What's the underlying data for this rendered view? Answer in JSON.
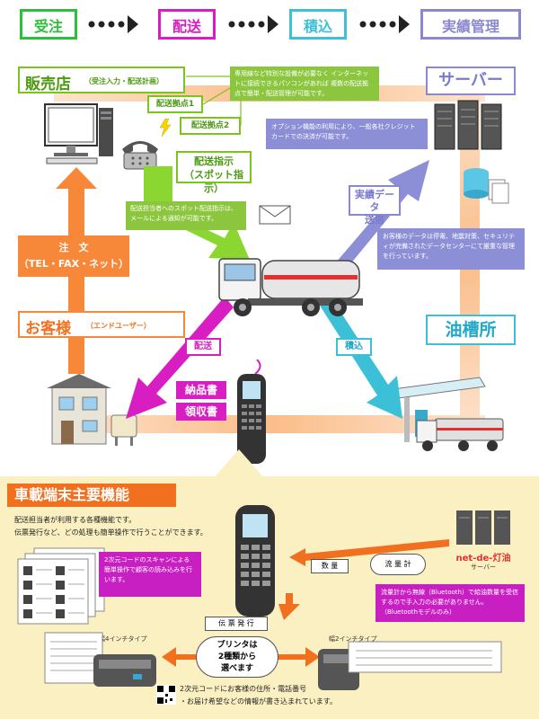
{
  "header": {
    "steps": [
      {
        "label": "受注",
        "color": "#2bbf3a"
      },
      {
        "label": "配送",
        "color": "#d81ec2"
      },
      {
        "label": "積込",
        "color": "#3cc0d8"
      },
      {
        "label": "実績管理",
        "color": "#8a89d0"
      }
    ]
  },
  "shop": {
    "title": "販売店",
    "subtitle": "（受注入力・配送計画）",
    "base1": "配送拠点1",
    "base2": "配送拠点2",
    "note": "専用線など特別な設備が必要なく インターネットに接続できるパソコンがあれば 複数の配送拠点で簡単・配送管理が可能です。"
  },
  "server": {
    "title": "サーバー",
    "note": "オプション機能の利用により、一般各社クレジット カードでの決済が可能です。"
  },
  "dispatch": {
    "title_line1": "配送指示",
    "title_line2": "（スポット指示）",
    "note": "配送担当者へのスポット配送指示は、 メールによる通知が可能です。"
  },
  "results": {
    "label_line1": "実績データ",
    "label_line2": "送信",
    "note": "お客様のデータは停電、地震対策、セキュリティが完備されたデータセンターにて厳重な管理を行っています。"
  },
  "order": {
    "label_line1": "注　文",
    "label_line2": "（TEL・FAX・ネット）"
  },
  "customer": {
    "title": "お客様",
    "subtitle": "（エンドユーザー）"
  },
  "oiltank": {
    "title": "油槽所"
  },
  "flows": {
    "delivery": "配送",
    "loading": "積込",
    "invoice": "納品書",
    "receipt": "領収書"
  },
  "features": {
    "title": "車載端末主要機能",
    "intro_line1": "配送担当者が利用する各種機能です。",
    "intro_line2": "伝票発行など、どの処理も簡単操作で行うことができます。",
    "qr_note": "2次元コードのスキャンによる簡単操作で顧客の読み込みを行います。",
    "server_name": "net-de-灯油",
    "server_label": "サーバー",
    "quantity": "数 量",
    "flowmeter": "流 量 計",
    "bluetooth_note": "流量計から無線（Bluetooth）で給油数量を受信するので手入力の必要がありません。（Bluetoothモデルのみ）",
    "slip_issue": "伝 票 発 行",
    "printer_4": "幅4インチタイプ",
    "printer_2": "幅2インチタイプ",
    "printer_choice_line1": "プリンタは",
    "printer_choice_line2": "2種類から",
    "printer_choice_line3": "選べます",
    "bottom_note_line1": "2次元コードにお客様の住所・電話番号",
    "bottom_note_line2": "・お届け希望などの情報が書き込まれています。"
  }
}
